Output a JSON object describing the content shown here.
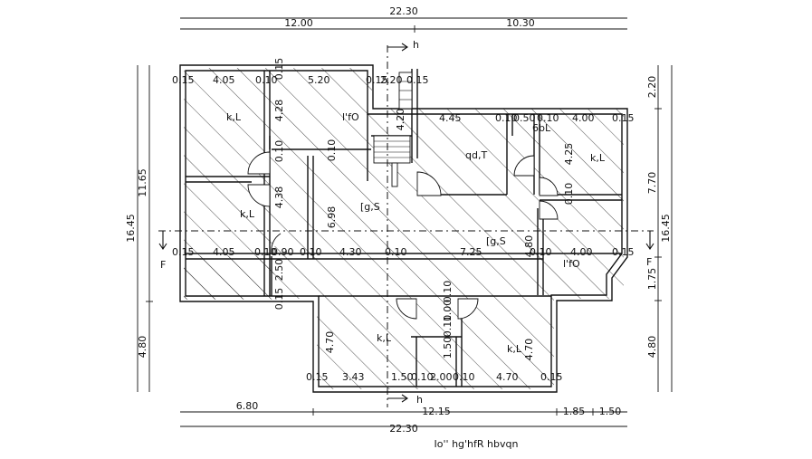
{
  "title": "Io'' hg'hfR hbvqn",
  "top_dims": {
    "overall": "22.30",
    "left": "12.00",
    "right": "10.30"
  },
  "bottom_dims": {
    "a": "6.80",
    "b": "12.15",
    "c": "1.85",
    "d": "1.50",
    "overall": "22.30"
  },
  "left_dims": {
    "overall": "16.45",
    "upper": "11.65",
    "lower": "4.80"
  },
  "right_dims": {
    "overall": "16.45",
    "top": "2.20",
    "mid": "7.70",
    "small": "1.75",
    "lower": "4.80"
  },
  "section_marks": {
    "top": "h",
    "bottom": "h",
    "left": "F",
    "right": "F"
  },
  "rooms": {
    "bed1": "k,L",
    "bed2": "k,L",
    "bed3": "k,L",
    "bed4": "k,L",
    "bed5": "k,L",
    "hall1": "[g,S",
    "hall2": "[g,S",
    "kitchen": "qd,T",
    "store1": "l'fO",
    "store2": "l'fO",
    "wc": "6bL"
  },
  "inner_dims": {
    "row1": [
      "0.15",
      "4.05",
      "0.10",
      "5.20",
      "0.15",
      "2.20",
      "0.15"
    ],
    "row2": [
      "4.45",
      "0.10",
      "0.50",
      "0.10",
      "4.00",
      "0.15"
    ],
    "row3": [
      "0.15",
      "4.05",
      "0.10",
      "0.90",
      "0.10",
      "4.30",
      "0.10",
      "7.25",
      "0.10",
      "4.00",
      "0.15"
    ],
    "row4": [
      "0.15",
      "3.43",
      "1.50",
      "0.10",
      "2.00",
      "0.10",
      "4.70",
      "0.15"
    ],
    "vertical": [
      "0.15",
      "4.28",
      "0.10",
      "4.38",
      "6.98",
      "0.10",
      "4.20",
      "4.25",
      "0.10",
      "2.50",
      "0.15",
      "4.80",
      "4.70",
      "4.70",
      "1.50",
      "0.10",
      "1.00",
      "0.10"
    ]
  }
}
